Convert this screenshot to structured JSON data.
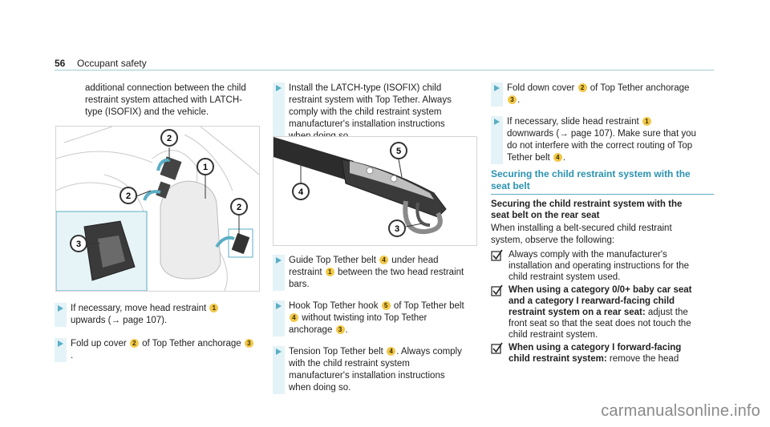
{
  "header": {
    "page_number": "56",
    "section": "Occupant safety"
  },
  "col1": {
    "intro": [
      "additional connection between the child",
      "restraint system attached with LATCH-",
      "type (ISOFIX) and the vehicle."
    ],
    "steps": [
      {
        "text": [
          "If necessary, move head restraint ",
          " upwards (→ page 107)."
        ],
        "nums": [
          "1"
        ]
      },
      {
        "text": [
          "Fold up cover ",
          " of Top Tether anchorage ",
          "."
        ],
        "nums": [
          "2",
          "3"
        ]
      }
    ]
  },
  "col2": {
    "step_install": "Install the LATCH-type (ISOFIX) child restraint system with Top Tether. Always comply with the child restraint system manufacturer's installation instructions when doing so.",
    "step_guide": {
      "a": "Guide Top Tether belt ",
      "n1": "4",
      "b": " under head restraint ",
      "n2": "1",
      "c": " between the two head restraint bars."
    },
    "step_hook": {
      "a": "Hook Top Tether hook ",
      "n1": "5",
      "b": " of Top Tether belt ",
      "n2": "4",
      "c": " without twisting into Top Tether anchorage ",
      "n3": "3",
      "d": "."
    },
    "step_tension": {
      "a": "Tension Top Tether belt ",
      "n1": "4",
      "b": ". Always comply with the child restraint system manufacturer's installation instructions when doing so."
    }
  },
  "col3": {
    "step_fold": {
      "a": "Fold down cover ",
      "n1": "2",
      "b": " of Top Tether anchorage ",
      "n2": "3",
      "c": "."
    },
    "step_slide": {
      "a": "If necessary, slide head restraint ",
      "n1": "1",
      "b": " downwards (→ page 107). Make sure that you do not interfere with the correct routing of Top Tether belt ",
      "n2": "4",
      "c": "."
    },
    "section_title": "Securing the child restraint system with the seat belt",
    "subheading": "Securing the child restraint system with the seat belt on the rear seat",
    "para": "When installing a belt-secured child restraint system, observe the following:",
    "check1": "Always comply with the manufacturer's installation and operating instructions for the child restraint system used.",
    "check2_bold": "When using a category 0/0+ baby car seat and a category I rearward-facing child restraint system on a rear seat:",
    "check2_rest": " adjust the front seat so that the seat does not touch the child restraint system.",
    "check3_bold": "When using a category I forward-facing child restraint system:",
    "check3_rest": " remove the head"
  },
  "figure1": {
    "callouts": [
      "2",
      "1",
      "2",
      "2",
      "3"
    ]
  },
  "figure2": {
    "callouts": [
      "5",
      "4",
      "3"
    ]
  },
  "watermark": "carmanualsonline.info"
}
